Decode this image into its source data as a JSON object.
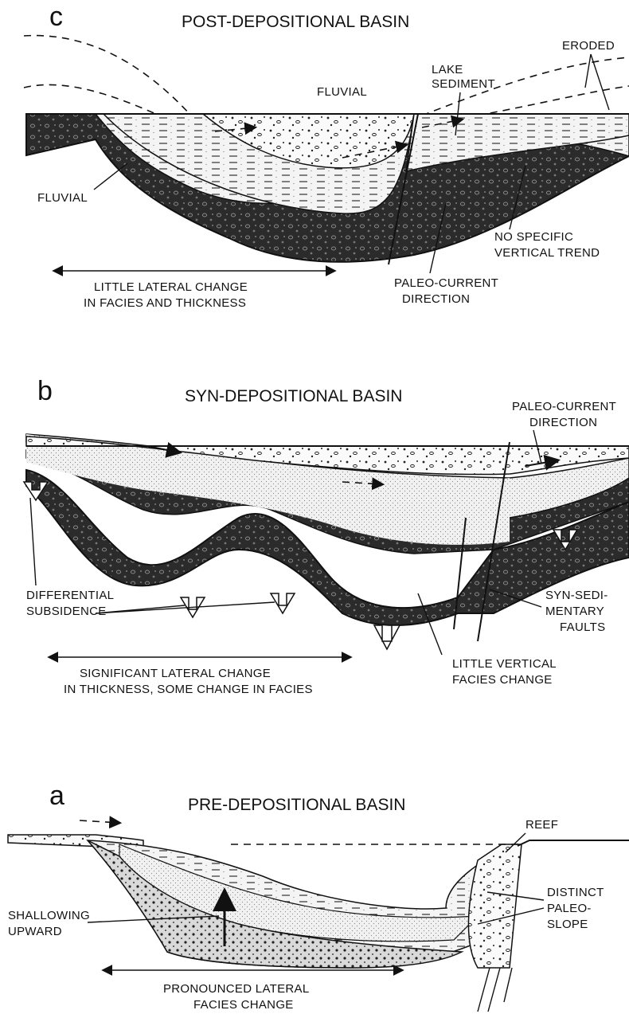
{
  "panel_c": {
    "letter": "c",
    "title": "POST-DEPOSITIONAL BASIN",
    "labels": {
      "eroded": "ERODED",
      "lake_sediment_1": "LAKE",
      "lake_sediment_2": "SEDIMENT",
      "fluvial_top": "FLUVIAL",
      "fluvial_left": "FLUVIAL",
      "no_trend_1": "NO SPECIFIC",
      "no_trend_2": "VERTICAL TREND",
      "lateral_1": "LITTLE LATERAL CHANGE",
      "lateral_2": "IN FACIES AND THICKNESS",
      "paleo_1": "PALEO-CURRENT",
      "paleo_2": "DIRECTION"
    }
  },
  "panel_b": {
    "letter": "b",
    "title": "SYN-DEPOSITIONAL BASIN",
    "labels": {
      "paleo_1": "PALEO-CURRENT",
      "paleo_2": "DIRECTION",
      "diff_1": "DIFFERENTIAL",
      "diff_2": "SUBSIDENCE",
      "syn_1": "SYN-SEDI-",
      "syn_2": "MENTARY",
      "syn_3": "FAULTS",
      "lateral_1": "SIGNIFICANT LATERAL CHANGE",
      "lateral_2": "IN THICKNESS, SOME CHANGE IN FACIES",
      "vertical_1": "LITTLE VERTICAL",
      "vertical_2": "FACIES CHANGE"
    }
  },
  "panel_a": {
    "letter": "a",
    "title": "PRE-DEPOSITIONAL BASIN",
    "labels": {
      "reef": "REEF",
      "distinct_1": "DISTINCT",
      "distinct_2": "PALEO-",
      "distinct_3": "SLOPE",
      "shallow_1": "SHALLOWING",
      "shallow_2": "UPWARD",
      "lateral_1": "PRONOUNCED LATERAL",
      "lateral_2": "FACIES CHANGE"
    }
  }
}
